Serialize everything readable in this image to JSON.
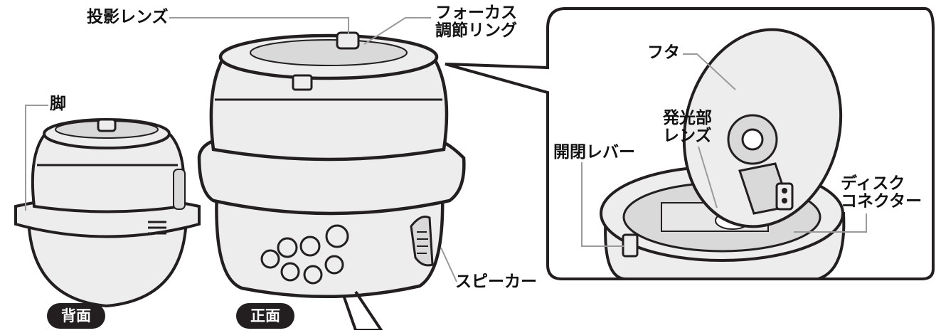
{
  "labels": {
    "projection_lens": "投影レンズ",
    "focus_ring": [
      "フォーカス",
      "調節リング"
    ],
    "leg": "脚",
    "lid": "フタ",
    "light_lens": [
      "発光部",
      "レンズ"
    ],
    "open_lever": "開閉レバー",
    "disc_connector": [
      "ディスク",
      "コネクター"
    ],
    "speaker": "スピーカー"
  },
  "view_tags": {
    "back": "背面",
    "front": "正面"
  },
  "colors": {
    "line": "#231f20",
    "body_fill": "#ededed",
    "shade": "#d9d9d9",
    "leader": "#9a9a9a",
    "tag_bg": "#231f20"
  }
}
